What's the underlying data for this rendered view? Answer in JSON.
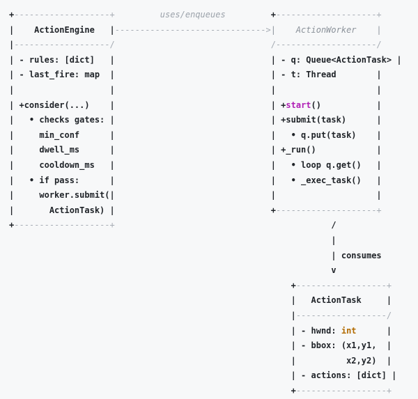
{
  "colors": {
    "background": "#f7f8f9",
    "text": "#1f2328",
    "muted_dashes": "#a6acb4",
    "comment_italic": "#8b929a",
    "label_italic": "#9ba2aa",
    "keyword_magenta": "#b01fb5",
    "type_orange": "#b26b00"
  },
  "labels": {
    "uses_arrow": "uses/enqueues",
    "consumes_arrow": "consumes",
    "engine_title": "ActionEngine",
    "worker_title": "ActionWorker",
    "task_title": "ActionTask"
  },
  "elements": [
    {
      "name": "actionengine-box",
      "col": 1,
      "row": 0,
      "lines": [
        [
          [
            "d",
            "+"
          ],
          [
            "g",
            "-------------------+"
          ]
        ],
        [
          [
            "d",
            "|    ActionEngine   |"
          ]
        ],
        [
          [
            "d",
            "|"
          ],
          [
            "g",
            "-------------------/"
          ]
        ],
        [
          [
            "d",
            "| - rules: [dict]   |"
          ]
        ],
        [
          [
            "d",
            "| - last_fire: map  |"
          ]
        ],
        [
          [
            "d",
            "|                   |"
          ]
        ],
        [
          [
            "d",
            "| +consider(...)    |"
          ]
        ],
        [
          [
            "d",
            "|   • checks gates: |"
          ]
        ],
        [
          [
            "d",
            "|     min_conf      |"
          ]
        ],
        [
          [
            "d",
            "|     dwell_ms      |"
          ]
        ],
        [
          [
            "d",
            "|     cooldown_ms   |"
          ]
        ],
        [
          [
            "d",
            "|   • if pass:      |"
          ]
        ],
        [
          [
            "d",
            "|     worker.submit(|"
          ]
        ],
        [
          [
            "d",
            "|       ActionTask) |"
          ]
        ],
        [
          [
            "d",
            "+"
          ],
          [
            "g",
            "-------------------+"
          ]
        ]
      ]
    },
    {
      "name": "uses-enqueues-label",
      "col": 31,
      "row": 0,
      "lines": [
        [
          [
            "li",
            "uses/enqueues"
          ]
        ]
      ]
    },
    {
      "name": "uses-enqueues-arrow",
      "col": 22,
      "row": 1,
      "lines": [
        [
          [
            "g",
            "------------------------------>"
          ]
        ]
      ]
    },
    {
      "name": "actionworker-box",
      "col": 53,
      "row": 0,
      "lines": [
        [
          [
            "d",
            "+"
          ],
          [
            "g",
            "--------------------+"
          ]
        ],
        [
          [
            "gi",
            "|    ActionWorker    |"
          ]
        ],
        [
          [
            "g",
            "/--------------------/"
          ]
        ],
        [
          [
            "d",
            "| - q: Queue<ActionTask> |"
          ]
        ],
        [
          [
            "d",
            "| - t: Thread        |"
          ]
        ],
        [
          [
            "d",
            "|                    |"
          ]
        ],
        [
          [
            "d",
            "| +"
          ],
          [
            "m",
            "start"
          ],
          [
            "d",
            "()           |"
          ]
        ],
        [
          [
            "d",
            "| +submit(task)      |"
          ]
        ],
        [
          [
            "d",
            "|   • q.put(task)    |"
          ]
        ],
        [
          [
            "d",
            "| +_run()            |"
          ]
        ],
        [
          [
            "d",
            "|   • loop q.get()   |"
          ]
        ],
        [
          [
            "d",
            "|   • _exec_task()   |"
          ]
        ],
        [
          [
            "d",
            "|                    |"
          ]
        ],
        [
          [
            "d",
            "+"
          ],
          [
            "g",
            "--------------------+"
          ]
        ]
      ]
    },
    {
      "name": "consumes-arrow",
      "col": 65,
      "row": 14,
      "lines": [
        [
          [
            "d",
            "/"
          ]
        ],
        [
          [
            "d",
            "|"
          ]
        ],
        [
          [
            "d",
            "| consumes"
          ]
        ],
        [
          [
            "d",
            "v"
          ]
        ]
      ]
    },
    {
      "name": "actiontask-box",
      "col": 57,
      "row": 18,
      "lines": [
        [
          [
            "d",
            "+"
          ],
          [
            "g",
            "------------------+"
          ]
        ],
        [
          [
            "d",
            "|   ActionTask     |"
          ]
        ],
        [
          [
            "d",
            "|"
          ],
          [
            "g",
            "------------------/"
          ]
        ],
        [
          [
            "d",
            "| - hwnd: "
          ],
          [
            "o",
            "int"
          ],
          [
            "d",
            "      |"
          ]
        ],
        [
          [
            "d",
            "| - bbox: (x1,y1,  |"
          ]
        ],
        [
          [
            "d",
            "|          x2,y2)  |"
          ]
        ],
        [
          [
            "d",
            "| - actions: [dict] |"
          ]
        ],
        [
          [
            "d",
            "+"
          ],
          [
            "g",
            "------------------+"
          ]
        ]
      ]
    }
  ]
}
